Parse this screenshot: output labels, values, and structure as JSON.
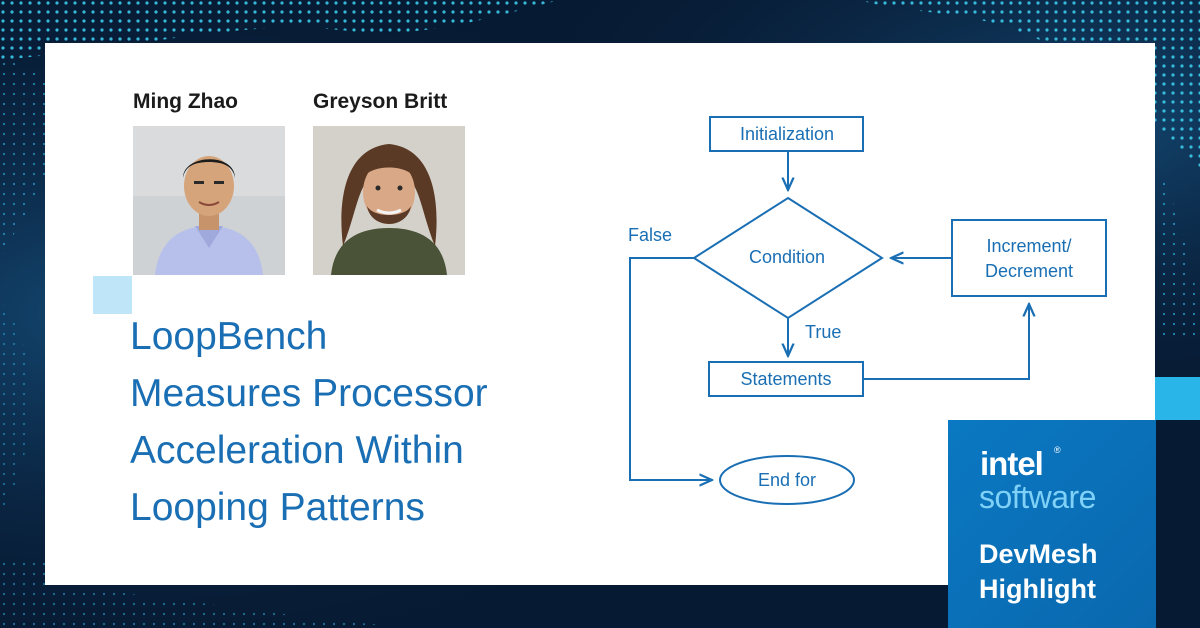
{
  "authors": [
    {
      "name": "Ming Zhao",
      "avatar_label": "Ming Zhao photo"
    },
    {
      "name": "Greyson Britt",
      "avatar_label": "Greyson Britt photo"
    }
  ],
  "headline": {
    "line1": "LoopBench",
    "line2": "Measures Processor",
    "line3": "Acceleration Within",
    "line4": "Looping Patterns"
  },
  "flowchart": {
    "init": "Initialization",
    "condition": "Condition",
    "increment_line1": "Increment/",
    "increment_line2": "Decrement",
    "statements": "Statements",
    "end": "End for",
    "false_label": "False",
    "true_label": "True"
  },
  "badge": {
    "brand": "intel",
    "brand_mark": "®",
    "product": "software",
    "program_line1": "DevMesh",
    "program_line2": "Highlight"
  },
  "colors": {
    "accent_blue": "#1a6fb4",
    "badge_blue": "#0a78c2",
    "cyan": "#29b5e8",
    "light_cyan": "#bfe6f8",
    "background": "#071a33"
  }
}
